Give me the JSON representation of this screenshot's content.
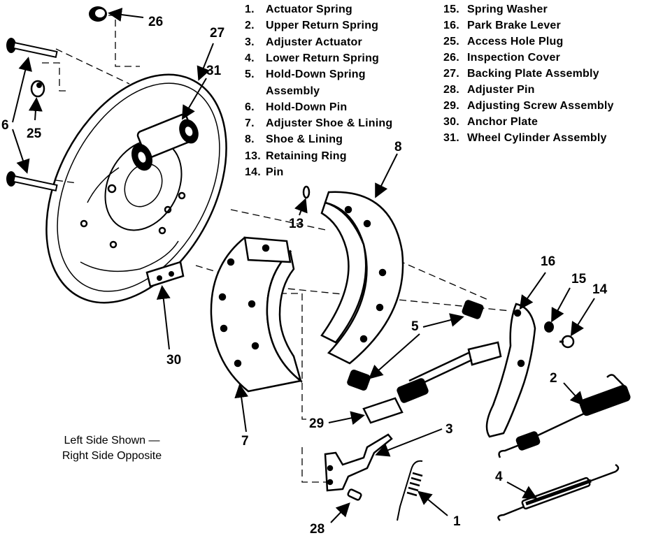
{
  "legend_left": [
    {
      "num": "1.",
      "text": "Actuator Spring"
    },
    {
      "num": "2.",
      "text": "Upper Return Spring"
    },
    {
      "num": "3.",
      "text": "Adjuster Actuator"
    },
    {
      "num": "4.",
      "text": "Lower Return Spring"
    },
    {
      "num": "5.",
      "text": "Hold-Down Spring"
    },
    {
      "num": "",
      "text": "Assembly"
    },
    {
      "num": "6.",
      "text": "Hold-Down Pin"
    },
    {
      "num": "7.",
      "text": "Adjuster Shoe & Lining"
    },
    {
      "num": "8.",
      "text": "Shoe & Lining"
    },
    {
      "num": "13.",
      "text": "Retaining Ring"
    },
    {
      "num": "14.",
      "text": "Pin"
    }
  ],
  "legend_right": [
    {
      "num": "15.",
      "text": "Spring Washer"
    },
    {
      "num": "16.",
      "text": "Park Brake Lever"
    },
    {
      "num": "25.",
      "text": "Access Hole Plug"
    },
    {
      "num": "26.",
      "text": "Inspection Cover"
    },
    {
      "num": "27.",
      "text": "Backing Plate Assembly"
    },
    {
      "num": "28.",
      "text": "Adjuster Pin"
    },
    {
      "num": "29.",
      "text": "Adjusting Screw Assembly"
    },
    {
      "num": "30.",
      "text": "Anchor Plate"
    },
    {
      "num": "31.",
      "text": "Wheel Cylinder Assembly"
    }
  ],
  "callouts": {
    "c26": "26",
    "c27": "27",
    "c31": "31",
    "c6": "6",
    "c25": "25",
    "c30": "30",
    "c13": "13",
    "c8": "8",
    "c5": "5",
    "c16": "16",
    "c15": "15",
    "c14": "14",
    "c2": "2",
    "c29": "29",
    "c7": "7",
    "c3": "3",
    "c4": "4",
    "c28": "28",
    "c1": "1"
  },
  "note": {
    "line1": "Left Side Shown —",
    "line2": "Right Side Opposite"
  }
}
